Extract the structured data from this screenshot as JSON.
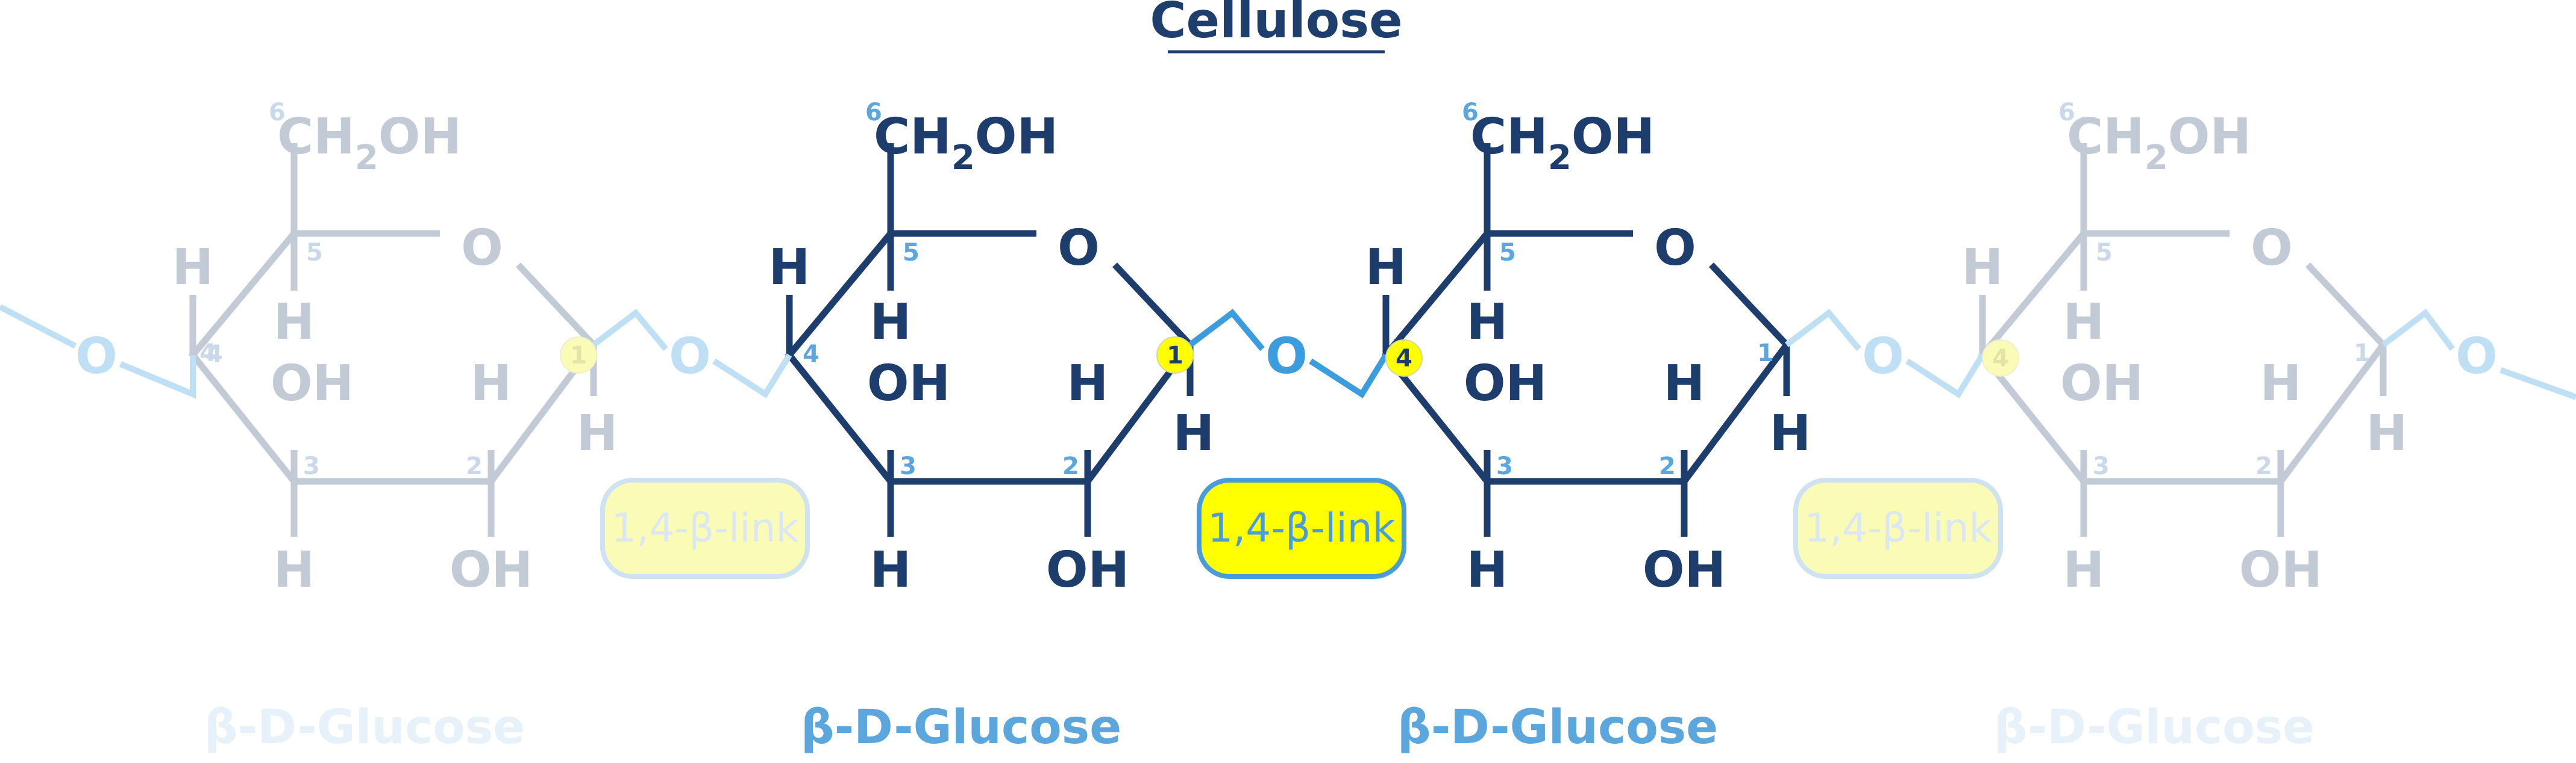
{
  "title": "Cellulose",
  "link_label": "1,4-β-link",
  "unit_label": "β-D-Glucose",
  "atoms": {
    "ring_oxygen": "O",
    "bridge_oxygen": "O",
    "hydrogen": "H",
    "hydroxyl": "OH",
    "ch2oh_main": "CH",
    "ch2oh_sub": "2",
    "ch2oh_end": "OH"
  },
  "carbon_numbers": [
    "1",
    "2",
    "3",
    "4",
    "5",
    "6"
  ],
  "colors": {
    "dark": "#1d3d6c",
    "faded": "#c2cad6",
    "bridge_blue": "#3b9ddd",
    "bridge_blue_faded": "#bfdff4",
    "highlight_yellow": "#ffff00",
    "highlight_yellow_faded": "#fbfbb8",
    "pill_border": "#4a9bd9",
    "pill_border_faded": "#cfe2f1",
    "pill_text": "#4a9bd9",
    "label_text": "#5aa6dd",
    "label_text_faded": "#e6f1fa"
  },
  "units": [
    {
      "name": "glucose-left-faded",
      "faded": true
    },
    {
      "name": "glucose-center-left",
      "faded": false
    },
    {
      "name": "glucose-center-right",
      "faded": false
    },
    {
      "name": "glucose-right-faded",
      "faded": true
    }
  ],
  "links": [
    {
      "name": "link-left-faded",
      "faded": true
    },
    {
      "name": "link-center",
      "faded": false
    },
    {
      "name": "link-right-faded",
      "faded": true
    }
  ]
}
